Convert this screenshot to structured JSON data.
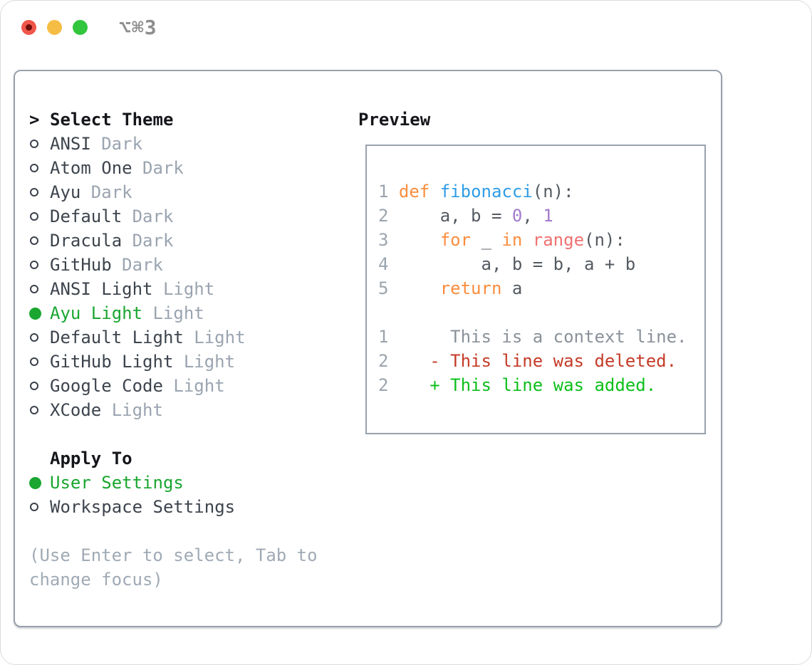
{
  "window": {
    "shortcut": "⌥⌘3",
    "traffic_lights": [
      "close",
      "minimize",
      "zoom"
    ]
  },
  "colors": {
    "accent_green": "#1aa630",
    "panel_border": "#98a1ac",
    "keyword_orange": "#fa8d3e",
    "function_blue": "#2f9de6",
    "number_purple": "#a37acc",
    "builtin_coral": "#f07171",
    "deleted_red": "#c53b28",
    "added_green": "#0dbf1c",
    "muted_gray": "#9aa4b0"
  },
  "theme_selector": {
    "header_prefix": ">",
    "header": "Select Theme",
    "items": [
      {
        "name": "ANSI",
        "variant": "Dark",
        "selected": false
      },
      {
        "name": "Atom One",
        "variant": "Dark",
        "selected": false
      },
      {
        "name": "Ayu",
        "variant": "Dark",
        "selected": false
      },
      {
        "name": "Default",
        "variant": "Dark",
        "selected": false
      },
      {
        "name": "Dracula",
        "variant": "Dark",
        "selected": false
      },
      {
        "name": "GitHub",
        "variant": "Dark",
        "selected": false
      },
      {
        "name": "ANSI Light",
        "variant": "Light",
        "selected": false
      },
      {
        "name": "Ayu Light",
        "variant": "Light",
        "selected": true
      },
      {
        "name": "Default Light",
        "variant": "Light",
        "selected": false
      },
      {
        "name": "GitHub Light",
        "variant": "Light",
        "selected": false
      },
      {
        "name": "Google Code",
        "variant": "Light",
        "selected": false
      },
      {
        "name": "XCode",
        "variant": "Light",
        "selected": false
      }
    ]
  },
  "apply_to": {
    "header": "Apply To",
    "items": [
      {
        "name": "User Settings",
        "selected": true
      },
      {
        "name": "Workspace Settings",
        "selected": false
      }
    ]
  },
  "hint_lines": [
    "(Use Enter to select, Tab to",
    "change focus)"
  ],
  "preview": {
    "title": "Preview",
    "code_lines": [
      [
        [
          "ln",
          "1 "
        ],
        [
          "kw",
          "def"
        ],
        [
          "tx",
          " "
        ],
        [
          "fn",
          "fibonacci"
        ],
        [
          "tx",
          "(n):"
        ]
      ],
      [
        [
          "ln",
          "2 "
        ],
        [
          "tx",
          "    a, b = "
        ],
        [
          "num",
          "0"
        ],
        [
          "tx",
          ", "
        ],
        [
          "num",
          "1"
        ]
      ],
      [
        [
          "ln",
          "3 "
        ],
        [
          "tx",
          "    "
        ],
        [
          "kw",
          "for"
        ],
        [
          "tx",
          " _ "
        ],
        [
          "kw",
          "in"
        ],
        [
          "tx",
          " "
        ],
        [
          "call",
          "range"
        ],
        [
          "tx",
          "(n):"
        ]
      ],
      [
        [
          "ln",
          "4 "
        ],
        [
          "tx",
          "        a, b = b, a + b"
        ]
      ],
      [
        [
          "ln",
          "5 "
        ],
        [
          "tx",
          "    "
        ],
        [
          "kw",
          "return"
        ],
        [
          "tx",
          " a"
        ]
      ],
      [],
      [
        [
          "ln",
          "1 "
        ],
        [
          "ctx",
          "     This is a context line."
        ]
      ],
      [
        [
          "ln",
          "2 "
        ],
        [
          "del",
          "   - This line was deleted."
        ]
      ],
      [
        [
          "ln",
          "2 "
        ],
        [
          "add",
          "   + This line was added."
        ]
      ]
    ]
  }
}
